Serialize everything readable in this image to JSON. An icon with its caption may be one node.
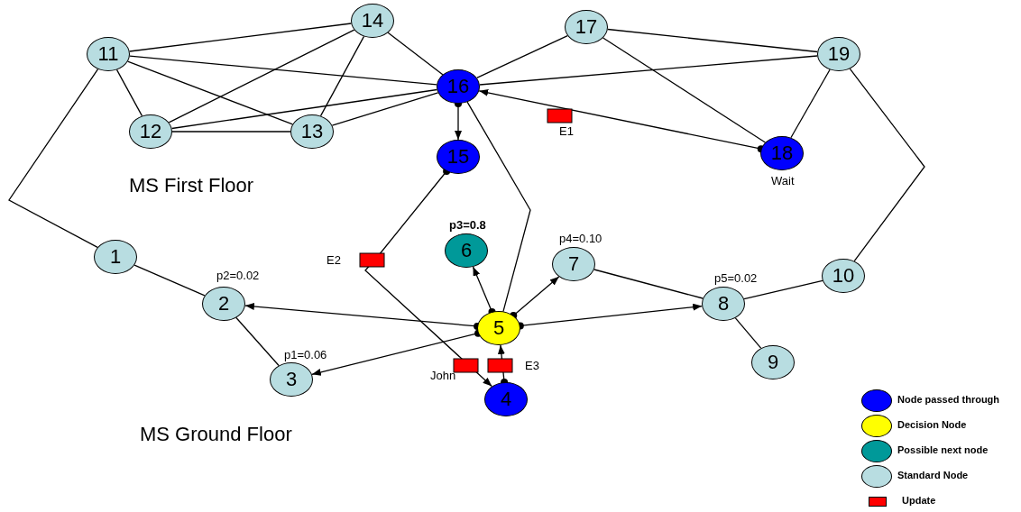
{
  "diagram": {
    "nodes": [
      {
        "text": [
          "1"
        ]
      },
      {
        "text": [
          "2"
        ],
        "beside": [
          "p2=0.02"
        ]
      },
      {
        "text": [
          "3"
        ],
        "beside": [
          "p1=0.06"
        ]
      },
      {
        "text": [
          "4"
        ]
      },
      {
        "text": [
          "5"
        ]
      },
      {
        "text": [
          "6"
        ],
        "beside": [
          "p3=0.8"
        ]
      },
      {
        "text": [
          "7"
        ],
        "beside": [
          "p4=0.10"
        ]
      },
      {
        "text": [
          "8"
        ],
        "beside": [
          "p5=0.02"
        ]
      },
      {
        "text": [
          "9"
        ]
      },
      {
        "text": [
          "10"
        ]
      },
      {
        "text": [
          "11"
        ]
      },
      {
        "text": [
          "12"
        ]
      },
      {
        "text": [
          "13"
        ]
      },
      {
        "text": [
          "14"
        ]
      },
      {
        "text": [
          "15"
        ]
      },
      {
        "text": [
          "16"
        ]
      },
      {
        "text": [
          "17"
        ]
      },
      {
        "text": [
          "18"
        ],
        "beside": [
          "Wait"
        ]
      },
      {
        "text": [
          "19"
        ]
      }
    ],
    "edges": [
      {
        "from": 10,
        "to": 13,
        "arrow": "none"
      },
      {
        "from": 10,
        "to": 15,
        "arrow": "none"
      },
      {
        "from": 10,
        "to": 12,
        "arrow": "none"
      },
      {
        "from": 10,
        "to": 11,
        "arrow": "none"
      },
      {
        "from": 13,
        "to": 11,
        "arrow": "none"
      },
      {
        "from": 13,
        "to": 12,
        "arrow": "none"
      },
      {
        "from": 13,
        "to": 15,
        "arrow": "none"
      },
      {
        "from": 11,
        "to": 15,
        "arrow": "none"
      },
      {
        "from": 12,
        "to": 15,
        "arrow": "none"
      },
      {
        "from": 11,
        "to": 12,
        "arrow": "none"
      },
      {
        "from": 15,
        "to": 16,
        "arrow": "none"
      },
      {
        "from": 15,
        "to": 18,
        "arrow": "none"
      },
      {
        "from": 16,
        "to": 18,
        "arrow": "none"
      },
      {
        "from": 16,
        "to": 17,
        "arrow": "none"
      },
      {
        "from": 18,
        "to": 17,
        "arrow": "none"
      },
      {
        "from": 15,
        "to": 14,
        "arrow": "to"
      },
      {
        "from": 17,
        "to": 15,
        "arrow": "to"
      },
      {
        "from": 10,
        "to": 0,
        "arrow": "none"
      },
      {
        "from": 18,
        "to": 9,
        "arrow": "none"
      },
      {
        "from": 0,
        "to": 1,
        "arrow": "none"
      },
      {
        "from": 1,
        "to": 2,
        "arrow": "none"
      },
      {
        "from": 15,
        "to": 4,
        "arrow": "none"
      },
      {
        "from": 14,
        "to": 3,
        "arrow": "to"
      },
      {
        "from": 3,
        "to": 4,
        "arrow": "to"
      },
      {
        "from": 4,
        "to": 5,
        "arrow": "to"
      },
      {
        "from": 4,
        "to": 6,
        "arrow": "to"
      },
      {
        "from": 4,
        "to": 7,
        "arrow": "to"
      },
      {
        "from": 4,
        "to": 1,
        "arrow": "to"
      },
      {
        "from": 4,
        "to": 2,
        "arrow": "to"
      },
      {
        "from": 6,
        "to": 7,
        "arrow": "none"
      },
      {
        "from": 7,
        "to": 9,
        "arrow": "none"
      },
      {
        "from": 7,
        "to": 8,
        "arrow": "none"
      }
    ],
    "labels": [
      "MS First Floor",
      "E1",
      "E2",
      "E3",
      "John",
      "MS Ground Floor"
    ],
    "legend": [
      {
        "text": "Node passed through",
        "color": "#0000ff"
      },
      {
        "text": "Decision Node",
        "color": "#ffff00"
      },
      {
        "text": "Possible next node",
        "color": "#009999"
      },
      {
        "text": "Standard Node",
        "color": "#b8dde1"
      },
      {
        "text": "Update",
        "color": "#ff0000"
      }
    ]
  }
}
